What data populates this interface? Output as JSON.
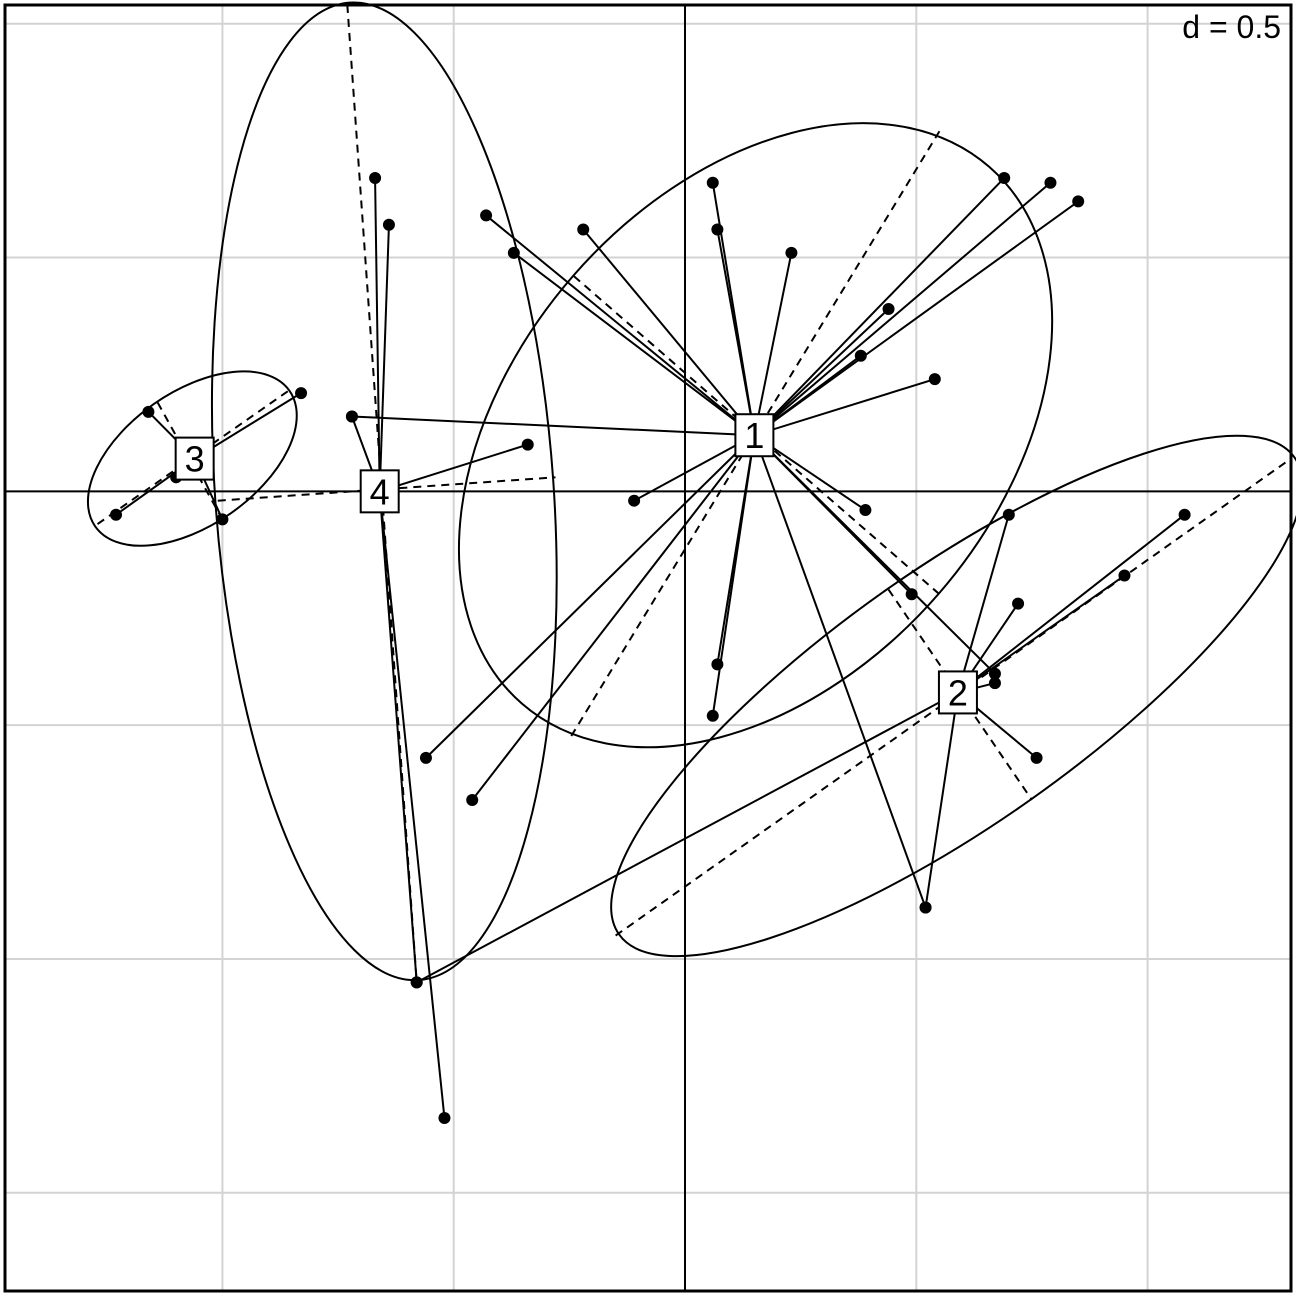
{
  "chart_data": {
    "type": "scatter",
    "scale_label": "d = 0.5",
    "xlim": [
      -1.47,
      1.31
    ],
    "ylim": [
      -1.71,
      1.04
    ],
    "grid_step": 0.5,
    "groups": [
      {
        "label": "1",
        "center": [
          0.15,
          0.12
        ],
        "ellipse": {
          "axis1": [
            [
              -0.24,
              0.46
            ],
            [
              0.55,
              -0.22
            ]
          ],
          "axis2": [
            [
              0.55,
              0.77
            ],
            [
              -0.25,
              -0.53
            ]
          ]
        },
        "points": [
          [
            0.06,
            0.66
          ],
          [
            0.07,
            0.56
          ],
          [
            0.23,
            0.51
          ],
          [
            0.69,
            0.67
          ],
          [
            0.79,
            0.66
          ],
          [
            0.85,
            0.62
          ],
          [
            0.44,
            0.39
          ],
          [
            0.38,
            0.29
          ],
          [
            0.54,
            0.24
          ],
          [
            -0.22,
            0.56
          ],
          [
            -0.43,
            0.59
          ],
          [
            -0.37,
            0.51
          ],
          [
            -0.72,
            0.16
          ],
          [
            -0.11,
            -0.02
          ],
          [
            0.07,
            -0.37
          ],
          [
            0.06,
            -0.48
          ],
          [
            0.39,
            -0.04
          ],
          [
            0.49,
            -0.22
          ],
          [
            0.67,
            -0.39
          ],
          [
            -0.56,
            -0.57
          ],
          [
            -0.46,
            -0.66
          ],
          [
            0.52,
            -0.89
          ]
        ]
      },
      {
        "label": "2",
        "center": [
          0.59,
          -0.43
        ],
        "ellipse": {
          "axis1": [
            [
              -0.15,
              -0.95
            ],
            [
              1.31,
              0.07
            ]
          ],
          "axis2": [
            [
              0.44,
              -0.21
            ],
            [
              0.75,
              -0.66
            ]
          ]
        },
        "points": [
          [
            0.7,
            -0.05
          ],
          [
            0.72,
            -0.24
          ],
          [
            0.67,
            -0.41
          ],
          [
            1.08,
            -0.05
          ],
          [
            0.95,
            -0.18
          ],
          [
            0.76,
            -0.57
          ],
          [
            0.52,
            -0.89
          ],
          [
            -0.58,
            -1.05
          ]
        ]
      },
      {
        "label": "3",
        "center": [
          -1.06,
          0.07
        ],
        "ellipse": {
          "axis1": [
            [
              -1.27,
              -0.07
            ],
            [
              -0.85,
              0.22
            ]
          ],
          "axis2": [
            [
              -1.14,
              0.19
            ],
            [
              -1.0,
              -0.06
            ]
          ]
        },
        "points": [
          [
            -1.16,
            0.17
          ],
          [
            -0.83,
            0.21
          ],
          [
            -1.23,
            -0.05
          ],
          [
            -1.0,
            -0.06
          ],
          [
            -1.1,
            0.03
          ]
        ]
      },
      {
        "label": "4",
        "center": [
          -0.66,
          0.0
        ],
        "ellipse": {
          "axis1": [
            [
              -0.73,
              1.04
            ],
            [
              -0.58,
              -1.05
            ]
          ],
          "axis2": [
            [
              -1.01,
              -0.02
            ],
            [
              -0.28,
              0.03
            ]
          ]
        },
        "points": [
          [
            -0.67,
            0.67
          ],
          [
            -0.64,
            0.57
          ],
          [
            -0.72,
            0.16
          ],
          [
            -0.34,
            0.1
          ],
          [
            -0.58,
            -1.05
          ],
          [
            -0.52,
            -1.34
          ]
        ]
      }
    ]
  }
}
